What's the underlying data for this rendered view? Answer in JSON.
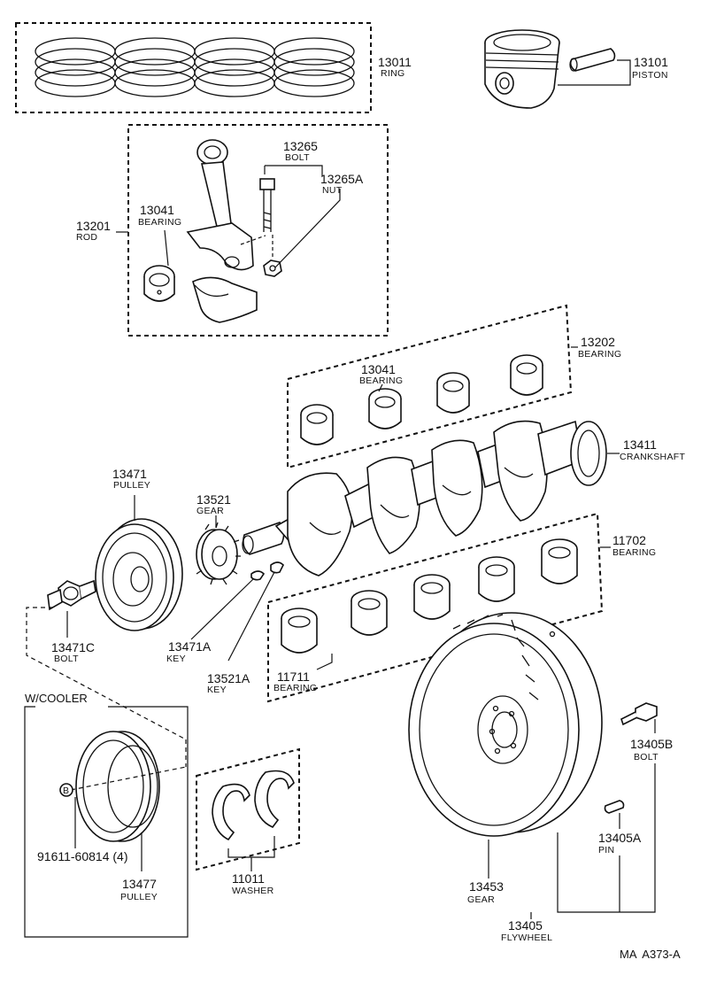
{
  "callouts": {
    "ring": {
      "number": "13011",
      "name": "RING"
    },
    "piston": {
      "number": "13101",
      "name": "PISTON"
    },
    "rod_bolt": {
      "number": "13265",
      "name": "BOLT"
    },
    "rod_nut": {
      "number": "13265A",
      "name": "NUT"
    },
    "rod": {
      "number": "13201",
      "name": "ROD"
    },
    "rod_bearing": {
      "number": "13041",
      "name": "BEARING"
    },
    "bearing_set": {
      "number": "13202",
      "name": "BEARING"
    },
    "crank_bearing": {
      "number": "13041",
      "name": "BEARING"
    },
    "crankshaft": {
      "number": "13411",
      "name": "CRANKSHAFT"
    },
    "pulley": {
      "number": "13471",
      "name": "PULLEY"
    },
    "gear": {
      "number": "13521",
      "name": "GEAR"
    },
    "main_bearing": {
      "number": "11702",
      "name": "BEARING"
    },
    "pulley_bolt": {
      "number": "13471C",
      "name": "BOLT"
    },
    "pulley_key": {
      "number": "13471A",
      "name": "KEY"
    },
    "gear_key": {
      "number": "13521A",
      "name": "KEY"
    },
    "thrust_bearing": {
      "number": "11711",
      "name": "BEARING"
    },
    "flywheel_bolt": {
      "number": "13405B",
      "name": "BOLT"
    },
    "flywheel_pin": {
      "number": "13405A",
      "name": "PIN"
    },
    "cooler_bolt": {
      "number": "91611-60814 (4)"
    },
    "cooler_pulley": {
      "number": "13477",
      "name": "PULLEY"
    },
    "washer": {
      "number": "11011",
      "name": "WASHER"
    },
    "ring_gear": {
      "number": "13453",
      "name": "GEAR"
    },
    "flywheel": {
      "number": "13405",
      "name": "FLYWHEEL"
    }
  },
  "section_labels": {
    "cooler": "W/COOLER",
    "cooler_marker": "B"
  },
  "figure_id": "MA  A373-A"
}
